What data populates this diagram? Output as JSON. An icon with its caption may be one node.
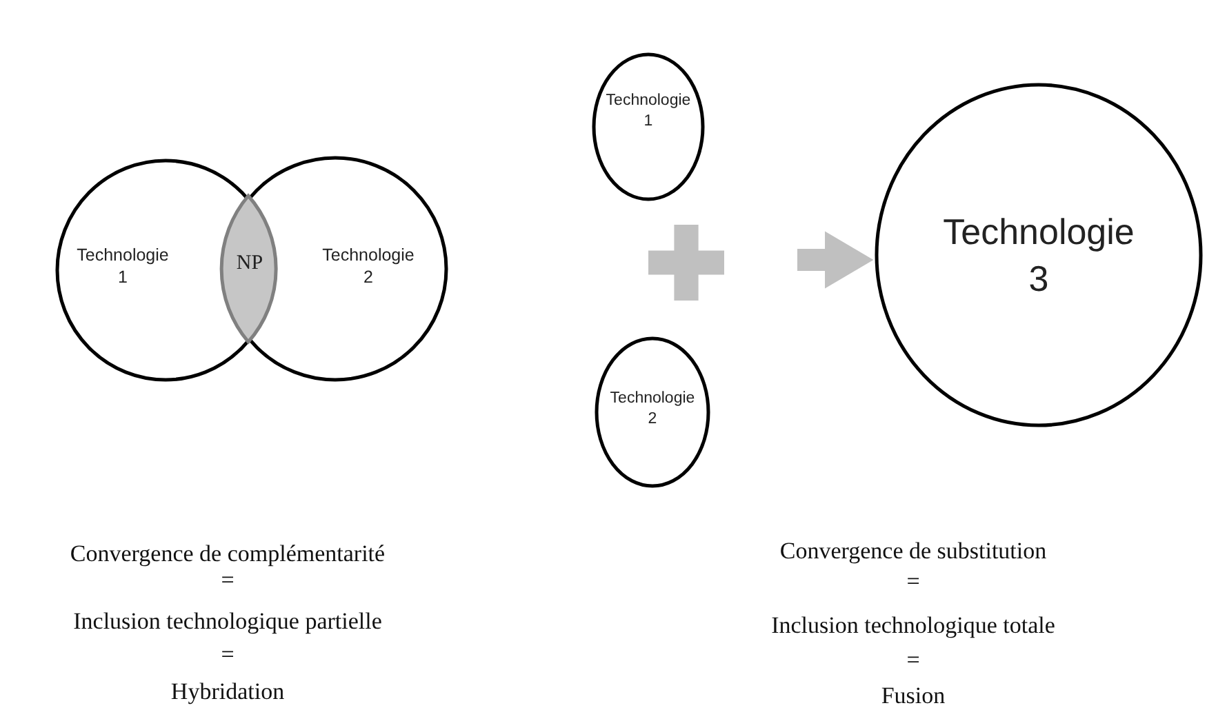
{
  "diagram": {
    "nodes": [
      {
        "text": [
          "Technologie 1"
        ]
      },
      {
        "text": [
          "Technologie 2"
        ]
      },
      {
        "text": [
          "NP"
        ]
      },
      {
        "text": [
          "Technologie 1"
        ]
      },
      {
        "text": [],
        "shape": "cross"
      },
      {
        "text": [
          "Technologie 2"
        ]
      },
      {
        "text": [
          "Technologie 3"
        ]
      }
    ],
    "edges": [
      {
        "from": 4,
        "to": 6,
        "arrow": "to"
      }
    ],
    "labels": [
      "Convergence de complémentarité",
      "=",
      "Inclusion technologique partielle",
      "=",
      "Hybridation",
      "Convergence de substitution",
      "=",
      "Inclusion technologique totale",
      "=",
      "Fusion"
    ]
  }
}
